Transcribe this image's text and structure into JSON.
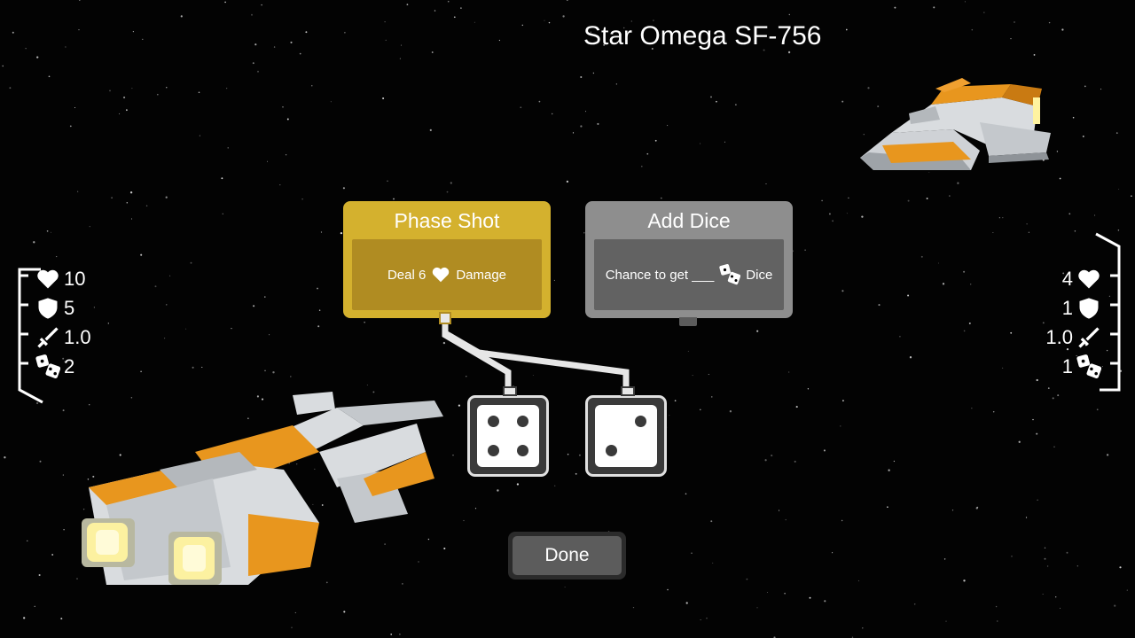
{
  "enemy": {
    "name": "Star Omega SF-756",
    "stats": {
      "health": "4",
      "shield": "1",
      "attack": "1.0",
      "dice": "1"
    }
  },
  "player": {
    "stats": {
      "health": "10",
      "shield": "5",
      "attack": "1.0",
      "dice": "2"
    }
  },
  "cards": [
    {
      "title": "Phase Shot",
      "text_before": "Deal 6",
      "icon": "heart-icon",
      "text_after": "Damage",
      "color": "#d4b12e"
    },
    {
      "title": "Add Dice",
      "text_before": "Chance to get ___",
      "icon": "dice-icon",
      "text_after": "Dice",
      "color": "#8e8e8e"
    }
  ],
  "dice": [
    {
      "value": 4
    },
    {
      "value": 2
    }
  ],
  "done_label": "Done",
  "colors": {
    "ship_orange": "#e8961e",
    "ship_grey": "#cfd2d6",
    "engine_glow": "#fff3a0"
  }
}
